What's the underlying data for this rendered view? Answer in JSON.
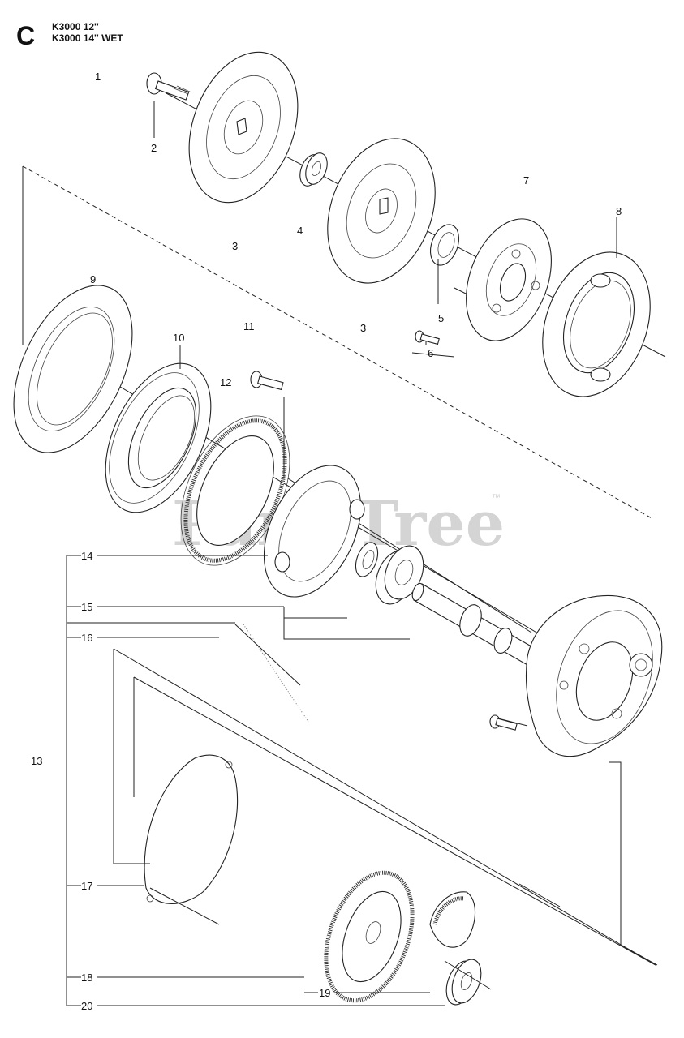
{
  "header": {
    "section_letter": "C",
    "models": [
      "K3000 12''",
      "K3000 14'' WET"
    ]
  },
  "watermark": {
    "text": "PartsTree",
    "trademark": "™"
  },
  "callouts": [
    {
      "id": "c1",
      "label": "1"
    },
    {
      "id": "c2",
      "label": "2"
    },
    {
      "id": "c3a",
      "label": "3"
    },
    {
      "id": "c3b",
      "label": "3"
    },
    {
      "id": "c4",
      "label": "4"
    },
    {
      "id": "c5",
      "label": "5"
    },
    {
      "id": "c6",
      "label": "6"
    },
    {
      "id": "c7",
      "label": "7"
    },
    {
      "id": "c8",
      "label": "8"
    },
    {
      "id": "c9",
      "label": "9"
    },
    {
      "id": "c10",
      "label": "10"
    },
    {
      "id": "c11",
      "label": "11"
    },
    {
      "id": "c12",
      "label": "12"
    },
    {
      "id": "c13",
      "label": "13"
    },
    {
      "id": "c14",
      "label": "14"
    },
    {
      "id": "c15",
      "label": "15"
    },
    {
      "id": "c16",
      "label": "16"
    },
    {
      "id": "c17",
      "label": "17"
    },
    {
      "id": "c18",
      "label": "18"
    },
    {
      "id": "c19",
      "label": "19"
    },
    {
      "id": "c20",
      "label": "20"
    }
  ]
}
